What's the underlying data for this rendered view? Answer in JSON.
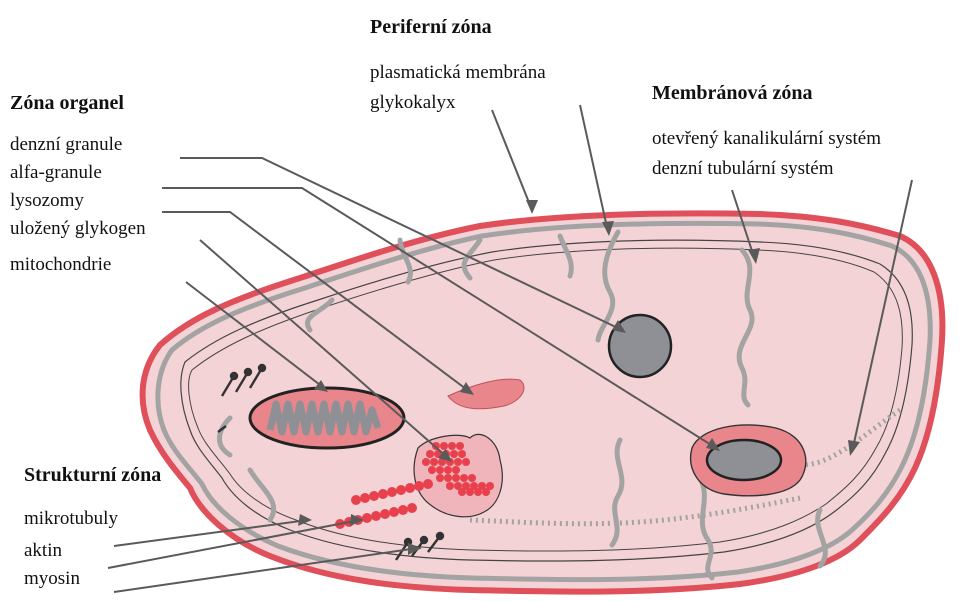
{
  "zones": {
    "peripheral": {
      "title": "Periferní zóna",
      "items": [
        "plasmatická membrána",
        "glykokalyx"
      ]
    },
    "membrane": {
      "title": "Membránová zóna",
      "items": [
        "otevřený kanalikulární systém",
        "denzní tubulární systém"
      ]
    },
    "organelle": {
      "title": "Zóna organel",
      "items": [
        "denzní granule",
        "alfa-granule",
        "lysozomy",
        "uložený glykogen",
        "mitochondrie"
      ]
    },
    "structural": {
      "title": "Strukturní zóna",
      "items": [
        "mikrotubuly",
        "aktin",
        "myosin"
      ]
    }
  },
  "colors": {
    "cytoplasm": "#f4d3d6",
    "membrane_outer": "#e0505a",
    "glycocalyx": "#a3a3a3",
    "granule_dark": "#8f9096",
    "alpha_granule": "#e8868c",
    "glycogen": "#e8404c",
    "leader_line": "#555555"
  }
}
